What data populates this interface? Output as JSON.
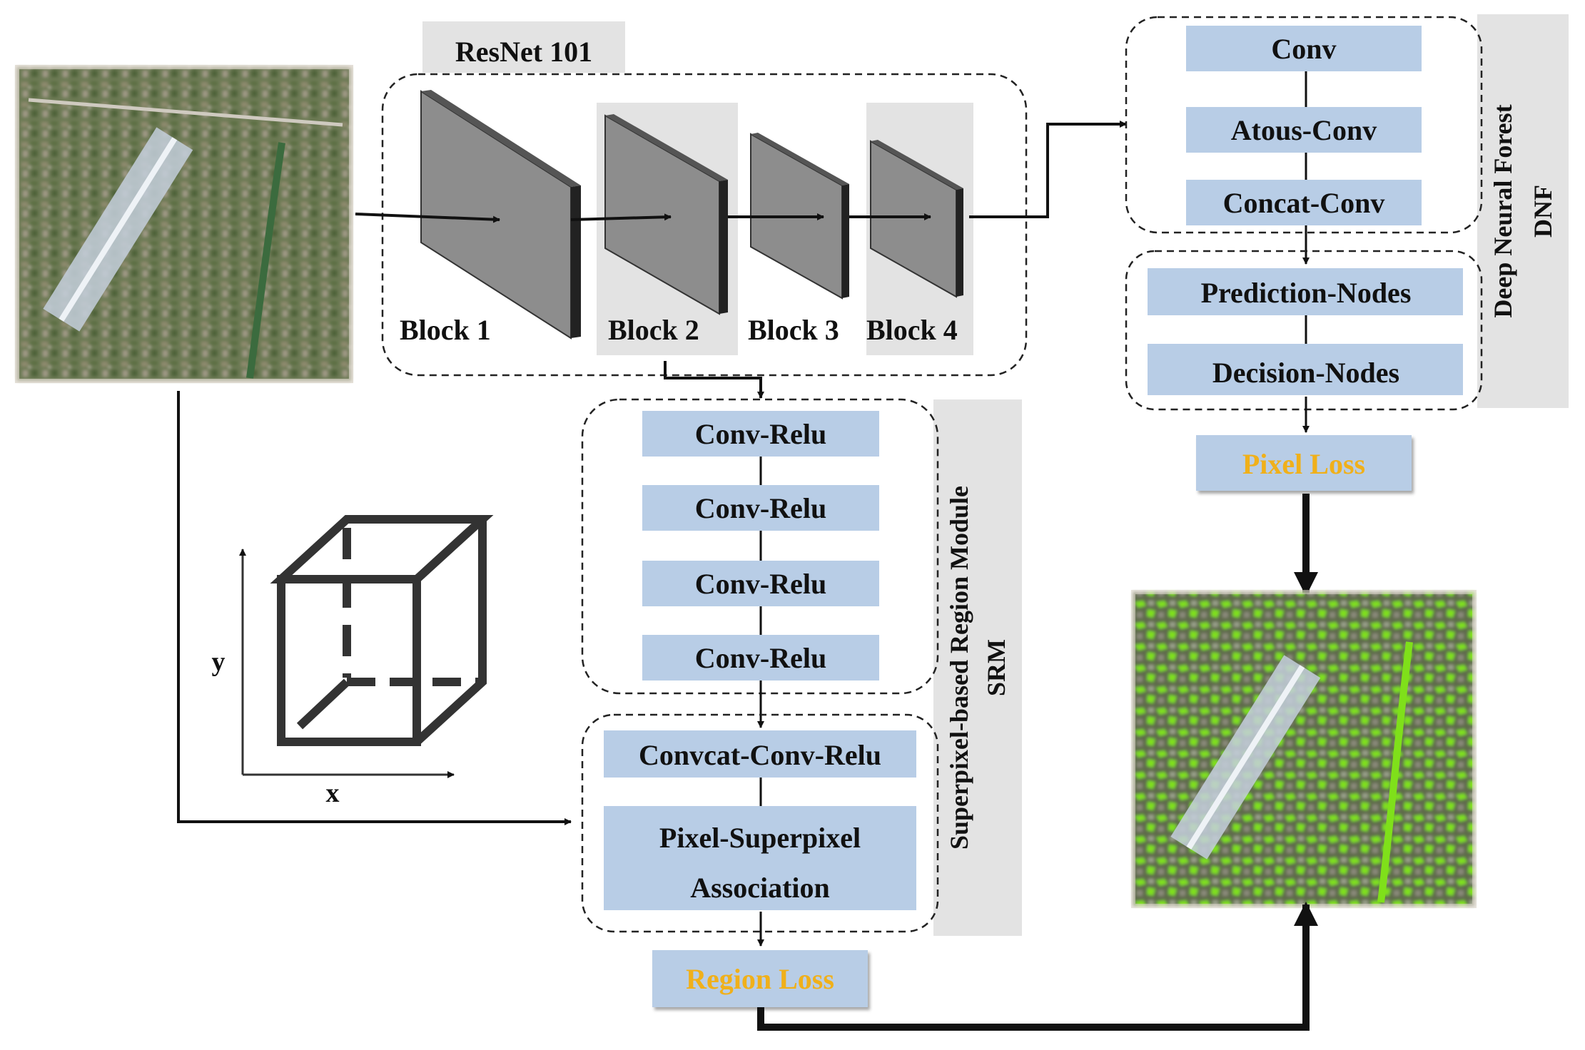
{
  "backbone": {
    "title": "ResNet 101",
    "blocks": [
      "Block 1",
      "Block 2",
      "Block 3",
      "Block 4"
    ]
  },
  "dnf": {
    "title": "Deep Neural Forest",
    "abbr": "DNF",
    "conv_layers": [
      "Conv",
      "Atous-Conv",
      "Concat-Conv"
    ],
    "nodes": [
      "Prediction-Nodes",
      "Decision-Nodes"
    ],
    "loss": "Pixel Loss"
  },
  "srm": {
    "title": "Superpixel-based Region Module",
    "abbr": "SRM",
    "conv_relu": [
      "Conv-Relu",
      "Conv-Relu",
      "Conv-Relu",
      "Conv-Relu"
    ],
    "concat": "Convcat-Conv-Relu",
    "association_line1": "Pixel-Superpixel",
    "association_line2": "Association",
    "loss": "Region Loss"
  },
  "axes": {
    "x": "x",
    "y": "y"
  },
  "colors": {
    "box_fill": "#b8cde6",
    "loss_text": "#f0b01a",
    "panel_gray": "#e3e3e3",
    "block_face": "#8d8d8d",
    "block_edge": "#2a2a2a",
    "prediction_green": "#7fe01a"
  }
}
